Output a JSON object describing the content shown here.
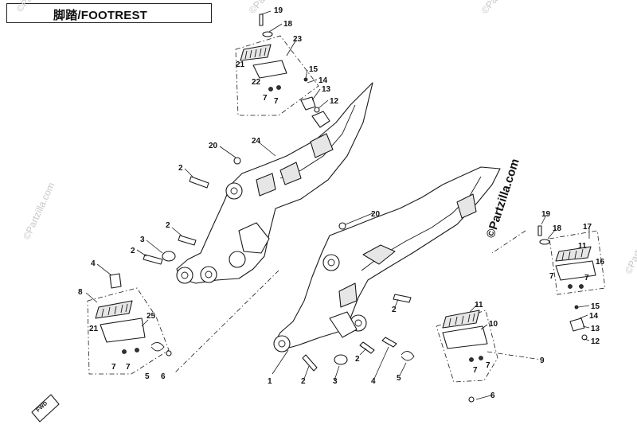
{
  "title": "脚踏/FOOTREST",
  "watermark": "©Partzilla.com",
  "fwd_label": "FWD",
  "callouts": {
    "c19a": "19",
    "c18a": "18",
    "c23": "23",
    "c21a": "21",
    "c22": "22",
    "c7a": "7",
    "c7b": "7",
    "c15a": "15",
    "c14a": "14",
    "c13a": "13",
    "c12a": "12",
    "c20a": "20",
    "c24": "24",
    "c2a": "2",
    "c2b": "2",
    "c3a": "3",
    "c2c": "2",
    "c4a": "4",
    "c8": "8",
    "c25": "25",
    "c21b": "21",
    "c7c": "7",
    "c7d": "7",
    "c5a": "5",
    "c6a": "6",
    "c20b": "20",
    "c1": "1",
    "c2d": "2",
    "c3b": "3",
    "c2e": "2",
    "c4b": "4",
    "c5b": "5",
    "c2f": "2",
    "c11a": "11",
    "c10": "10",
    "c7e": "7",
    "c7f": "7",
    "c9": "9",
    "c6b": "6",
    "c19b": "19",
    "c18b": "18",
    "c17": "17",
    "c11b": "11",
    "c16": "16",
    "c7g": "7",
    "c7h": "7",
    "c15b": "15",
    "c14b": "14",
    "c13b": "13",
    "c12b": "12"
  }
}
